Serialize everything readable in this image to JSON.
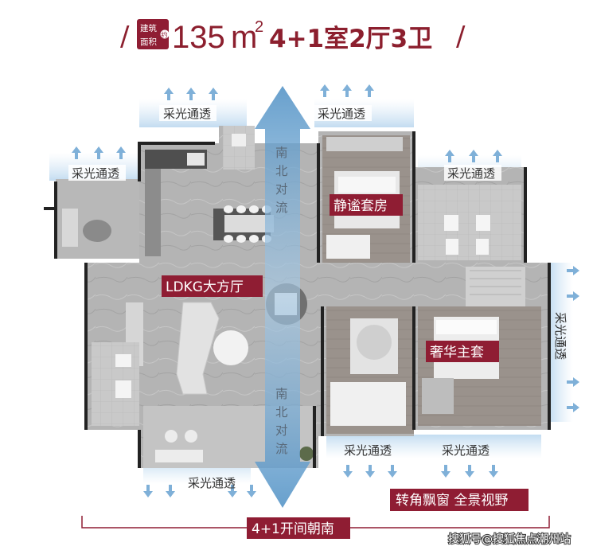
{
  "header": {
    "slash_left": "/",
    "badge_line1": "建筑",
    "badge_line2": "面积",
    "badge_suffix": "约",
    "area_value": "135",
    "area_unit": "m",
    "area_unit_sup": "2",
    "layout": "4+1室2厅3卫",
    "slash_right": "/"
  },
  "light_labels": {
    "top_left": "采光通透",
    "top_mid": "采光通透",
    "upper_left": "采光通透",
    "upper_right": "采光通透",
    "right_side": "采光通透",
    "bottom_left": "采光通透",
    "bottom_mid": "采光通透",
    "bottom_right": "采光通透"
  },
  "convection": {
    "upper": "南北对流",
    "lower": "南北对流"
  },
  "room_tags": {
    "quiet_suite": "静谧套房",
    "ldkg": "LDKG大方厅",
    "master_suite": "奢华主套",
    "corner_window": "转角飘窗 全景视野",
    "south_rooms": "4+1开间朝南"
  },
  "watermark": "搜狐号@搜狐焦点潮州站",
  "colors": {
    "brand": "#8c1f2e",
    "tag_bg": "#8f1d33",
    "airflow": "#6fa4cf",
    "floor": "#a9a9a9",
    "wall": "#222222"
  }
}
